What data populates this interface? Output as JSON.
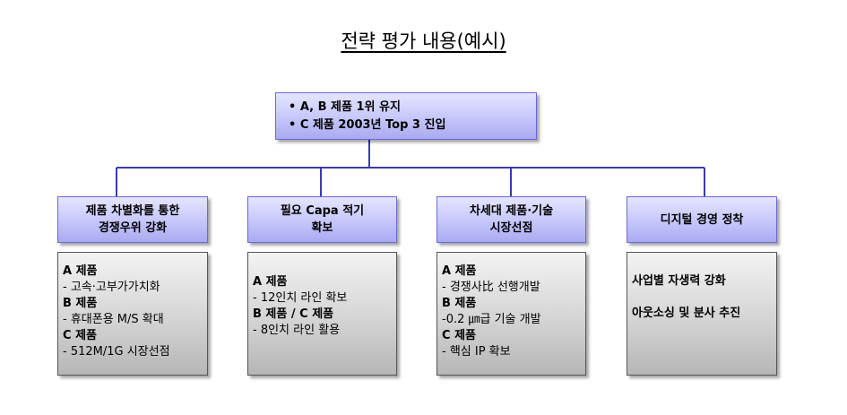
{
  "title": "전략 평가 내용(예시)",
  "top": {
    "items": [
      "A, B 제품 1위 유지",
      "C 제품  2003년 Top 3 진입"
    ]
  },
  "columns": [
    {
      "heading": [
        "제품 차별화를 통한",
        "경쟁우위 강화"
      ],
      "lines": [
        {
          "text": "A 제품",
          "bold": true
        },
        {
          "text": "- 고속·고부가가치화",
          "bold": false
        },
        {
          "text": "B 제품",
          "bold": true
        },
        {
          "text": "- 휴대폰용 M/S 확대",
          "bold": false
        },
        {
          "text": "C 제품",
          "bold": true
        },
        {
          "text": "- 512M/1G 시장선점",
          "bold": false
        }
      ]
    },
    {
      "heading": [
        "필요 Capa 적기",
        "확보"
      ],
      "lines": [
        {
          "text": "A 제품",
          "bold": true
        },
        {
          "text": "- 12인치 라인 확보",
          "bold": false
        },
        {
          "text": "B 제품 / C 제품",
          "bold": true
        },
        {
          "text": "- 8인치 라인 활용",
          "bold": false
        }
      ]
    },
    {
      "heading": [
        "차세대 제품·기술",
        "시장선점"
      ],
      "lines": [
        {
          "text": "A 제품",
          "bold": true
        },
        {
          "text": "- 경쟁사比 선행개발",
          "bold": false
        },
        {
          "text": "B 제품",
          "bold": true
        },
        {
          "text": "-0.2 ㎛급 기술 개발",
          "bold": false
        },
        {
          "text": "C 제품",
          "bold": true
        },
        {
          "text": "- 핵심 IP 확보",
          "bold": false
        }
      ]
    },
    {
      "heading": [
        "디지털 경영 정착"
      ],
      "lines": [
        {
          "text": "사업별 자생력 강화",
          "bold": true
        },
        {
          "text": "",
          "bold": false
        },
        {
          "text": "아웃소싱 및 분사 추진",
          "bold": true
        }
      ]
    }
  ]
}
